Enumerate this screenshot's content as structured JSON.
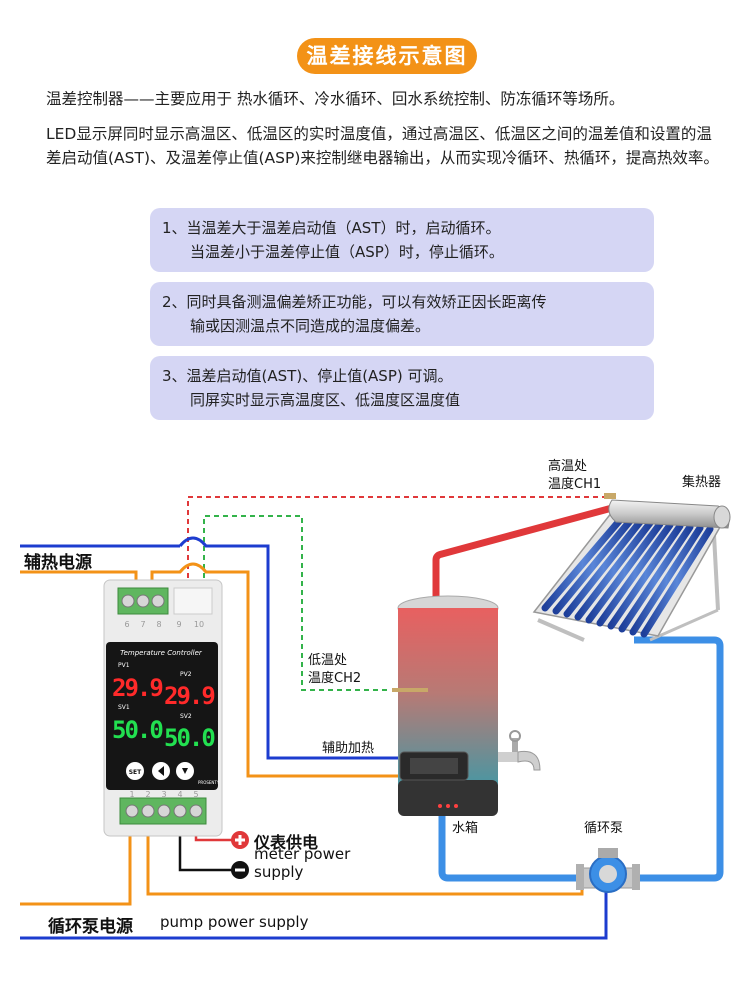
{
  "title": "温差接线示意图",
  "intro_line1": "温差控制器——主要应用于 热水循环、冷水循环、回水系统控制、防冻循环等场所。",
  "intro_paragraph": "LED显示屏同时显示高温区、低温区的实时温度值，通过高温区、低温区之间的温差值和设置的温差启动值(AST)、及温差停止值(ASP)来控制继电器输出，从而实现冷循环、热循环，提高热效率。",
  "features": [
    {
      "line1": "1、当温差大于温差启动值（AST）时，启动循环。",
      "line2": "当温差小于温差停止值（ASP）时，停止循环。"
    },
    {
      "line1": "2、同时具备测温偏差矫正功能，可以有效矫正因长距离传",
      "line2": "输或因测温点不同造成的温度偏差。"
    },
    {
      "line1": "3、温差启动值(AST)、停止值(ASP) 可调。",
      "line2": "同屏实时显示高温度区、低温度区温度值"
    }
  ],
  "diagram": {
    "aux_power_label": "辅热电源",
    "high_temp_label_1": "高温处",
    "high_temp_label_2": "温度CH1",
    "collector_label": "集热器",
    "low_temp_label_1": "低温处",
    "low_temp_label_2": "温度CH2",
    "aux_heating_label": "辅助加热",
    "tank_label": "水箱",
    "pump_label": "循环泵",
    "meter_power_cn": "仪表供电",
    "meter_power_en_1": "meter power",
    "meter_power_en_2": "supply",
    "pump_power_label_cn": "循环泵电源",
    "pump_power_label_en": "pump power supply",
    "controller": {
      "panel_title": "Temperature Controller",
      "pv1_label": "PV1",
      "pv2_label": "PV2",
      "sv1_label": "SV1",
      "sv2_label": "SV2",
      "pv1_value": "29.9",
      "pv2_value": "29.9",
      "sv1_value": "50.0",
      "sv2_value": "50.0",
      "set_button": "SET",
      "top_terminals": [
        "6",
        "7",
        "8",
        "9",
        "10"
      ],
      "bottom_terminals": [
        "1",
        "2",
        "3",
        "4",
        "5"
      ],
      "brand": "PROSENTY"
    }
  },
  "colors": {
    "accent_orange": "#f39217",
    "box_bg": "#d5d6f4",
    "wire_blue": "#1d3ccf",
    "wire_orange": "#f39217",
    "hot_pipe": "#e0383a",
    "cold_pipe": "#3c8fe6",
    "led_red": "#ff2a2a",
    "led_green": "#22e050"
  }
}
